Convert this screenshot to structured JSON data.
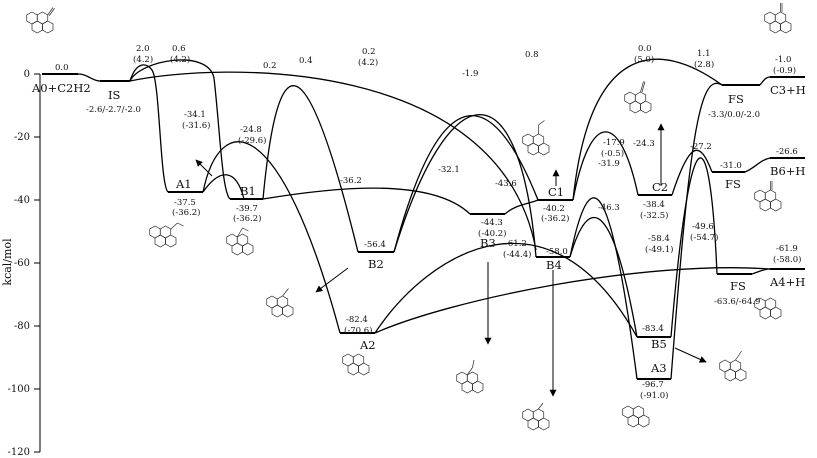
{
  "diagram": {
    "ylabel": "kcal/mol",
    "yticks": [
      "0",
      "-20",
      "-40",
      "-60",
      "-80",
      "-100",
      "-120"
    ],
    "states": [
      {
        "id": "A0",
        "label": "A0+C2H2"
      },
      {
        "id": "IS",
        "label": "IS"
      },
      {
        "id": "A1",
        "label": "A1"
      },
      {
        "id": "B1",
        "label": "B1"
      },
      {
        "id": "B2",
        "label": "B2"
      },
      {
        "id": "A2",
        "label": "A2"
      },
      {
        "id": "B3",
        "label": "B3"
      },
      {
        "id": "B4",
        "label": "B4"
      },
      {
        "id": "C1",
        "label": "C1"
      },
      {
        "id": "C2",
        "label": "C2"
      },
      {
        "id": "B5",
        "label": "B5"
      },
      {
        "id": "A3",
        "label": "A3"
      },
      {
        "id": "FS1",
        "label": "FS"
      },
      {
        "id": "FS2",
        "label": "FS"
      },
      {
        "id": "FS3",
        "label": "FS"
      },
      {
        "id": "C3H",
        "label": "C3+H"
      },
      {
        "id": "B6H",
        "label": "B6+H"
      },
      {
        "id": "A4H",
        "label": "A4+H"
      }
    ],
    "energies": [
      {
        "id": "A0",
        "text": "0.0"
      },
      {
        "id": "IS",
        "text": "-2.6/-2.7/-2.0"
      },
      {
        "id": "TS1",
        "text": "2.0"
      },
      {
        "id": "TS1b",
        "text": "(4.2)"
      },
      {
        "id": "TS2",
        "text": "0.6"
      },
      {
        "id": "TS2b",
        "text": "(4.2)"
      },
      {
        "id": "TS3",
        "text": "0.2"
      },
      {
        "id": "TS4",
        "text": "0.4"
      },
      {
        "id": "TS5",
        "text": "0.2"
      },
      {
        "id": "TS5b",
        "text": "(4.2)"
      },
      {
        "id": "TS6",
        "text": "0.8"
      },
      {
        "id": "TS7",
        "text": "-1.9"
      },
      {
        "id": "TS8",
        "text": "0.0"
      },
      {
        "id": "TS8b",
        "text": "(5.0)"
      },
      {
        "id": "TS9",
        "text": "1.1"
      },
      {
        "id": "TS9b",
        "text": "(2.8)"
      },
      {
        "id": "C3H",
        "text": "-1.0"
      },
      {
        "id": "C3Hb",
        "text": "(-0.9)"
      },
      {
        "id": "FS1",
        "text": "-3.3/0.0/-2.0"
      },
      {
        "id": "TSa",
        "text": "-34.1"
      },
      {
        "id": "TSab",
        "text": "(-31.6)"
      },
      {
        "id": "TSb",
        "text": "-24.8"
      },
      {
        "id": "TSbb",
        "text": "(-29.6)"
      },
      {
        "id": "A1",
        "text": "-37.5"
      },
      {
        "id": "A1b",
        "text": "(-36.2)"
      },
      {
        "id": "B1",
        "text": "-39.7"
      },
      {
        "id": "B1b",
        "text": "(-36.2)"
      },
      {
        "id": "TSc",
        "text": "-36.2"
      },
      {
        "id": "B2",
        "text": "-56.4"
      },
      {
        "id": "TSd",
        "text": "-32.1"
      },
      {
        "id": "TSe",
        "text": "-43.6"
      },
      {
        "id": "B3",
        "text": "-44.3"
      },
      {
        "id": "B3b",
        "text": "(-40.2)"
      },
      {
        "id": "C1",
        "text": "-40.2"
      },
      {
        "id": "C1b",
        "text": "(-36.2)"
      },
      {
        "id": "B4",
        "text": "-58.0"
      },
      {
        "id": "TSf",
        "text": "-17.9"
      },
      {
        "id": "TSfb",
        "text": "(-0.5)"
      },
      {
        "id": "TSg",
        "text": "-24.3"
      },
      {
        "id": "TSh",
        "text": "-31.9"
      },
      {
        "id": "TSi",
        "text": "-46.3"
      },
      {
        "id": "C2",
        "text": "-38.4"
      },
      {
        "id": "C2b",
        "text": "(-32.5)"
      },
      {
        "id": "TSj",
        "text": "-27.2"
      },
      {
        "id": "FS2v",
        "text": "-31.0"
      },
      {
        "id": "B6H",
        "text": "-26.6"
      },
      {
        "id": "TSk",
        "text": "-49.6"
      },
      {
        "id": "TSkb",
        "text": "(-54.7)"
      },
      {
        "id": "TSl",
        "text": "-58.4"
      },
      {
        "id": "TSlb",
        "text": "(-49.1)"
      },
      {
        "id": "TSm",
        "text": "-61.2"
      },
      {
        "id": "TSmb",
        "text": "(-44.4)"
      },
      {
        "id": "A2",
        "text": "-82.4"
      },
      {
        "id": "A2b",
        "text": "(-70.6)"
      },
      {
        "id": "B5",
        "text": "-83.4"
      },
      {
        "id": "A3",
        "text": "-96.7"
      },
      {
        "id": "A3b",
        "text": "(-91.0)"
      },
      {
        "id": "A4H",
        "text": "-61.9"
      },
      {
        "id": "A4Hb",
        "text": "(-58.0)"
      },
      {
        "id": "FS3",
        "text": "-63.6/-64.9"
      }
    ]
  }
}
